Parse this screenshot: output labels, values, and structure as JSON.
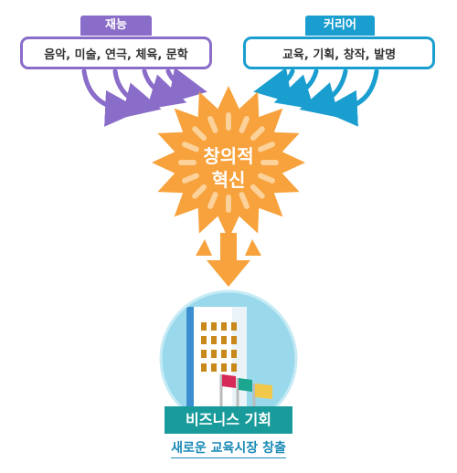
{
  "left_group": {
    "tag": "재능",
    "items": "음악, 미술, 연극, 체육, 문학"
  },
  "right_group": {
    "tag": "커리어",
    "items": "교육, 기획, 창작, 발명"
  },
  "center": {
    "line1": "창의적",
    "line2": "혁신"
  },
  "result": {
    "title": "비즈니스 기회",
    "subtitle": "새로운 교육시장 창출"
  },
  "colors": {
    "purple": "#8a6cc9",
    "blue": "#1a9ed0",
    "orange": "#f7a23c",
    "teal": "#1a9b9b"
  },
  "icons": [
    "starburst-icon",
    "building-icon",
    "flag-icon"
  ]
}
